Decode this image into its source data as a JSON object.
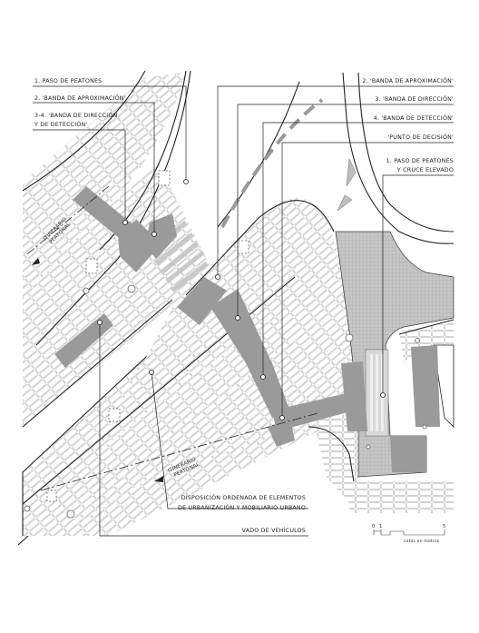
{
  "labels": {
    "paso_peatones": "1. PASO DE PEATONES",
    "banda_aproximacion_left": "2. 'BANDA DE APROXIMACIÓN'",
    "banda_dir_det_1": "3-4. 'BANDA DE DIRECCIÓN",
    "banda_dir_det_2": "Y DE DETECCIÓN'",
    "banda_aproximacion_right": "2. 'BANDA DE APROXIMACIÓN'",
    "banda_direccion": "3. 'BANDA DE DIRECCIÓN'",
    "banda_deteccion": "4. 'BANDA DE DETECCIÓN'",
    "punto_decision": "'PUNTO DE DECISIÓN'",
    "paso_cruce_1": "1. PASO DE PEATONES",
    "paso_cruce_2": "Y CRUCE ELEVADO",
    "disposicion_1": "DISPOSICIÓN ORDENADA DE ELEMENTOS",
    "disposicion_2": "DE URBANIZACIÓN Y MOBILIARIO URBANO",
    "vado": "VADO DE VEHÍCULOS",
    "itinerario_upper_1": "ITINERARIO",
    "itinerario_upper_2": "PEATONAL",
    "itinerario_lower_1": "ITINERARIO",
    "itinerario_lower_2": "PEATONAL"
  },
  "scale": {
    "ticks": [
      "0",
      "1",
      "5"
    ],
    "caption": "cotas en metros"
  },
  "colors": {
    "tactile": "#9a9a9a",
    "crosswalk": "#c8c8c8",
    "raised_crossing": "#b5b5b5",
    "paving_line": "#aaaaaa",
    "line": "#222222"
  }
}
